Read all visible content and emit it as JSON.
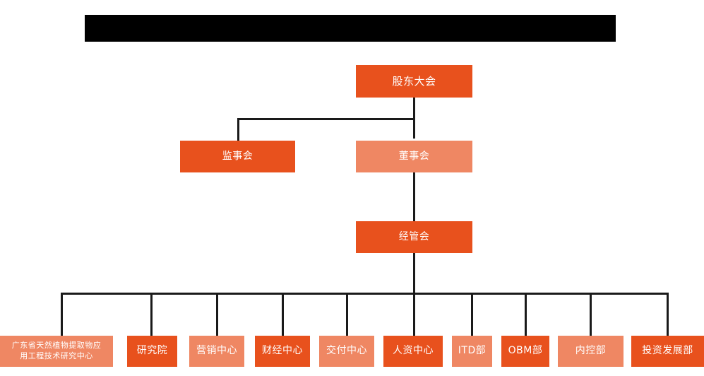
{
  "meta": {
    "diagram_type": "organization-chart",
    "background_color": "#FFFFFF",
    "line_color": "#1A1A1A",
    "colors": {
      "dark_orange": "#E8511D",
      "light_orange": "#EF8763",
      "redaction_black": "#000000",
      "node_text": "#FFFFFF"
    }
  },
  "title_bar": {
    "label": "",
    "redacted": true
  },
  "nodes": {
    "shareholders_meeting": {
      "label": "股东大会",
      "color": "dark"
    },
    "board_of_supervisors": {
      "label": "监事会",
      "color": "dark"
    },
    "board_of_directors": {
      "label": "董事会",
      "color": "light"
    },
    "management_committee": {
      "label": "经管会",
      "color": "dark"
    }
  },
  "departments": [
    {
      "label": "广东省天然植物提取物应用工程技术研究中心",
      "label_line1": "广东省天然植物提取物应",
      "label_line2": "用工程技术研究中心",
      "color": "light"
    },
    {
      "label": "研究院",
      "color": "dark"
    },
    {
      "label": "营销中心",
      "color": "light"
    },
    {
      "label": "财经中心",
      "color": "dark"
    },
    {
      "label": "交付中心",
      "color": "light"
    },
    {
      "label": "人资中心",
      "color": "dark"
    },
    {
      "label": "ITD部",
      "color": "light"
    },
    {
      "label": "OBM部",
      "color": "dark"
    },
    {
      "label": "内控部",
      "color": "light"
    },
    {
      "label": "投资发展部",
      "color": "dark"
    }
  ]
}
